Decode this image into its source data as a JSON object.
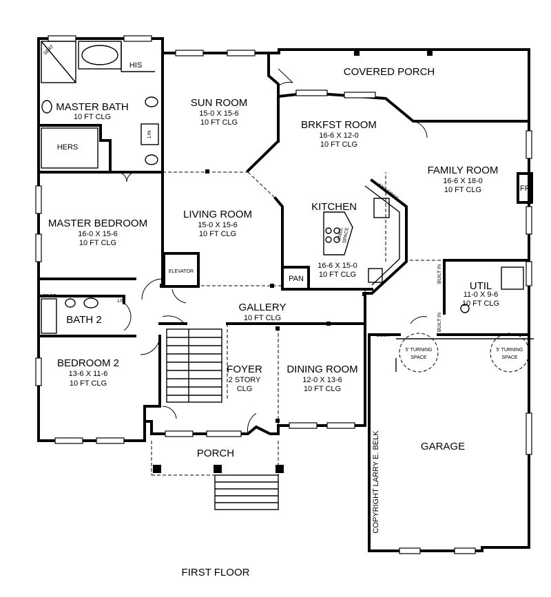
{
  "plan_title": "FIRST FLOOR",
  "copyright": "COPYRIGHT LARRY E. BELK",
  "rooms": {
    "master_bath": {
      "name": "MASTER BATH",
      "line1": "10 FT CLG",
      "line2": ""
    },
    "sun_room": {
      "name": "SUN ROOM",
      "line1": "15-0 X 15-6",
      "line2": "10 FT CLG"
    },
    "covered_porch": {
      "name": "COVERED PORCH",
      "line1": "",
      "line2": ""
    },
    "brkfst_room": {
      "name": "BRKFST ROOM",
      "line1": "16-6 X 12-0",
      "line2": "10 FT CLG"
    },
    "family_room": {
      "name": "FAMILY ROOM",
      "line1": "16-6 X 18-0",
      "line2": "10 FT CLG"
    },
    "master_bedroom": {
      "name": "MASTER BEDROOM",
      "line1": "16-0 X 15-6",
      "line2": "10 FT CLG"
    },
    "living_room": {
      "name": "LIVING ROOM",
      "line1": "15-0 X 15-6",
      "line2": "10 FT CLG"
    },
    "kitchen": {
      "name": "KITCHEN",
      "line1": "16-6 X 15-0",
      "line2": "10 FT CLG"
    },
    "util": {
      "name": "UTIL",
      "line1": "11-0 X 9-6",
      "line2": "10 FT CLG"
    },
    "gallery": {
      "name": "GALLERY",
      "line1": "10 FT CLG",
      "line2": ""
    },
    "bath_2": {
      "name": "BATH 2",
      "line1": "",
      "line2": ""
    },
    "bedroom_2": {
      "name": "BEDROOM 2",
      "line1": "13-6 X 11-6",
      "line2": "10 FT CLG"
    },
    "foyer": {
      "name": "FOYER",
      "line1": "2 STORY",
      "line2": "CLG"
    },
    "dining_room": {
      "name": "DINING ROOM",
      "line1": "12-0 X 13-6",
      "line2": "10 FT CLG"
    },
    "garage": {
      "name": "GARAGE",
      "line1": "",
      "line2": ""
    },
    "porch": {
      "name": "PORCH",
      "line1": "",
      "line2": ""
    }
  },
  "fixtures": {
    "seat": "SEAT",
    "his": "HIS",
    "hers": "HERS",
    "lin": "LIN",
    "lin2": "LIN",
    "fp": "FP",
    "elevator": "ELEVATOR",
    "pan": "PAN",
    "ledge42": "42\" LEDGE",
    "ledge": "LEDGE",
    "knee": "KNEE",
    "space": "SPACE",
    "built_in_1": "BUILT IN",
    "built_in_2": "BUILT IN",
    "desk": "DESK",
    "turning_1a": "5' TURNING",
    "turning_1b": "SPACE",
    "turning_2a": "5' TURNING",
    "turning_2b": "SPACE"
  }
}
